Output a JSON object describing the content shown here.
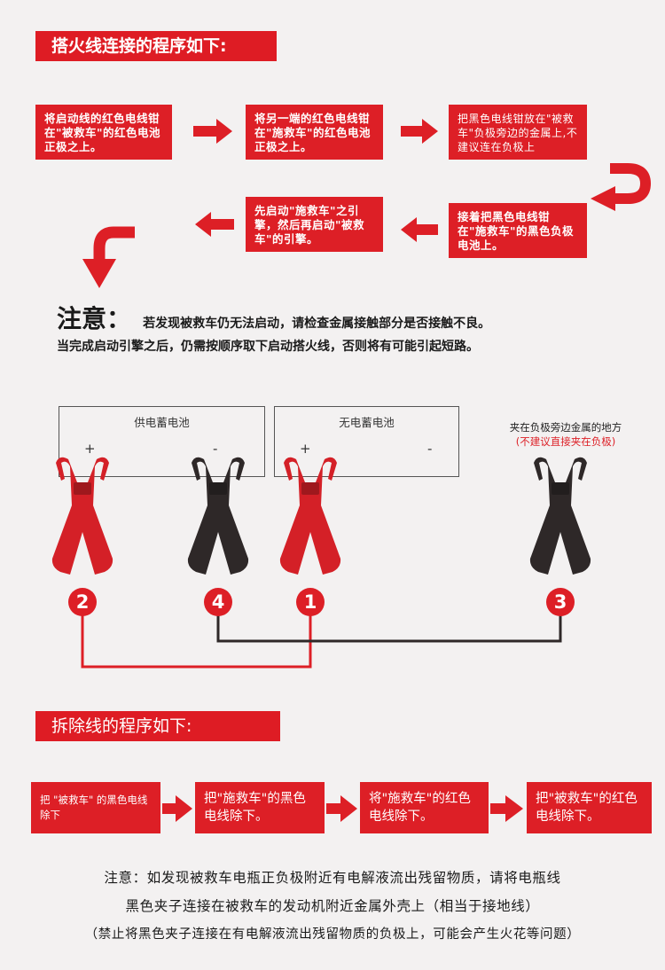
{
  "connect": {
    "header": "搭火线连接的程序如下:",
    "steps": [
      "将启动线的红色电线钳在\"被救车\"的红色电池正极之上。",
      "将另一端的红色电线钳在\"施救车\"的红色电池正极之上。",
      "把黑色电线钳放在\"被救车\"负极旁边的金属上,不建议连在负极上",
      "接着把黑色电线钳在\"施救车\"的黑色负极电池上。",
      "先启动\"施救车\"之引擎，然后再启动\"被救车\"的引擎。"
    ]
  },
  "notice": {
    "label": "注意：",
    "line1": "若发现被救车仍无法启动，请检查金属接触部分是否接触不良。",
    "line2": "当完成启动引擎之后，仍需按顺序取下启动搭火线，否则将有可能引起短路。"
  },
  "diagram": {
    "battery_supply": "供电蓄电池",
    "battery_dead": "无电蓄电池",
    "plus": "+",
    "minus": "-",
    "side_note": "夹在负极旁边金属的地方",
    "side_note_red": "(不建议直接夹在负极)",
    "numbers": [
      "2",
      "4",
      "1",
      "3"
    ],
    "colors": {
      "red_clamp": "#d42027",
      "black_clamp": "#2e2828",
      "accent": "#dd1f26"
    }
  },
  "remove": {
    "header": "拆除线的程序如下:",
    "steps": [
      "把 \"被救车\" 的黑色电线除下",
      "把\"施救车\"的黑色电线除下。",
      "将\"施救车\"的红色电线除下。",
      "把\"被救车\"的红色电线除下。"
    ]
  },
  "bottom_note": {
    "line1": "注意：如发现被救车电瓶正负极附近有电解液流出残留物质，请将电瓶线",
    "line2": "黑色夹子连接在被救车的发动机附近金属外壳上（相当于接地线）",
    "line3": "（禁止将黑色夹子连接在有电解液流出残留物质的负极上，可能会产生火花等问题）"
  }
}
